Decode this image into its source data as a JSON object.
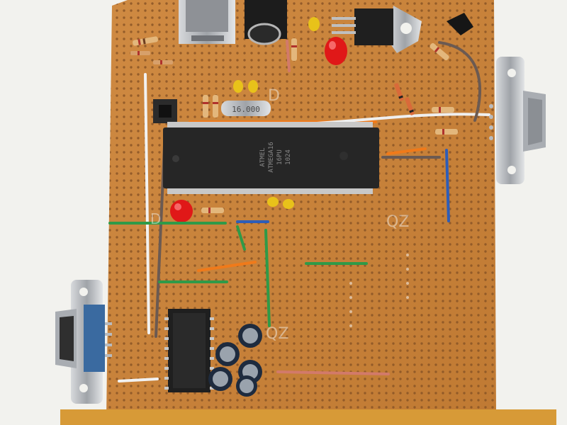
{
  "board": {
    "color": "#c8843c",
    "hole_color": "#8a5526",
    "bottom_strip_color": "#d79a37"
  },
  "mcu": {
    "brand": "ATMEL",
    "part": "ATMEGA16",
    "speed": "16PU",
    "date_code": "1024",
    "body_color": "#262626"
  },
  "crystal": {
    "marking": "16.000"
  },
  "silk_marks": [
    "D",
    "QZ",
    "D",
    "QZ"
  ],
  "connectors": {
    "db9_right_color": "#b9bbbe",
    "db9_left_color": "#b9bbbe",
    "db9_left_body": "#3a6aa0"
  },
  "wire_colors": {
    "green": "#2f9a48",
    "orange": "#f07a1a",
    "blue": "#2e5db8",
    "white": "#f2f2f2",
    "gray": "#6b5a52",
    "pink": "#d27a6a"
  },
  "led_color": "#e01818",
  "cap_color": "#e8c21a"
}
